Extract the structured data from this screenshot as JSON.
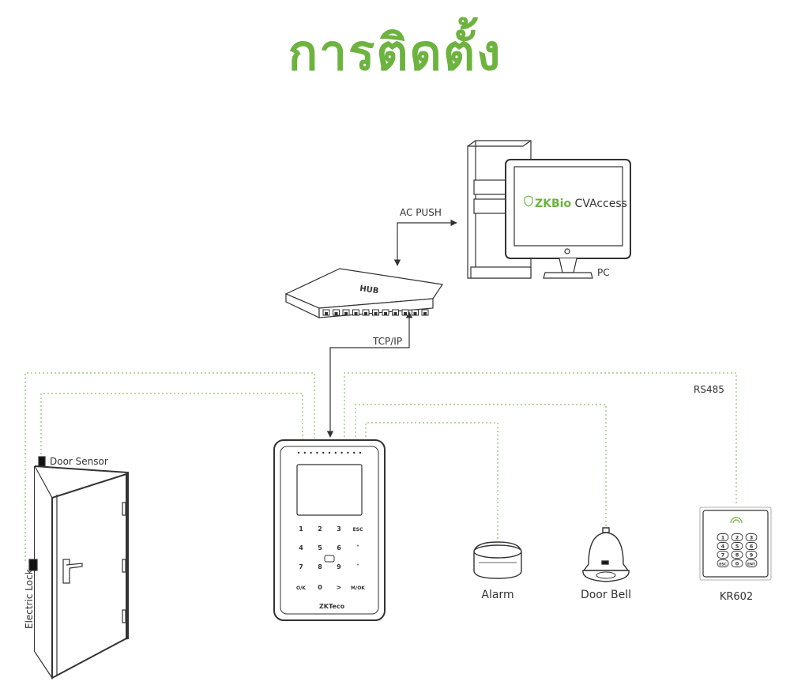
{
  "title": "การติดตั้ง",
  "colors": {
    "accent": "#6db33f",
    "line": "#333333",
    "wire": "#8fbf6a",
    "text": "#333333"
  },
  "labels": {
    "ac_push": "AC PUSH",
    "tcp_ip": "TCP/IP",
    "rs485": "RS485",
    "pc": "PC",
    "hub": "HUB",
    "door_sensor": "Door Sensor",
    "electric_lock": "Electric Lock",
    "alarm": "Alarm",
    "door_bell": "Door Bell",
    "kr602": "KR602"
  },
  "software": {
    "brand_bold": "ZKBio",
    "brand_rest": " CVAccess"
  },
  "terminal": {
    "keys": [
      "1",
      "2",
      "3",
      "ESC",
      "4",
      "5",
      "6",
      "^",
      "7",
      "8",
      "9",
      "v",
      "O/K",
      "0",
      ">",
      "M/OK"
    ],
    "logo": "ZKTeco"
  },
  "keypad": {
    "keys": [
      "1",
      "2",
      "3",
      "4",
      "5",
      "6",
      "7",
      "8",
      "9",
      "ESC",
      "0",
      "ENT"
    ]
  }
}
